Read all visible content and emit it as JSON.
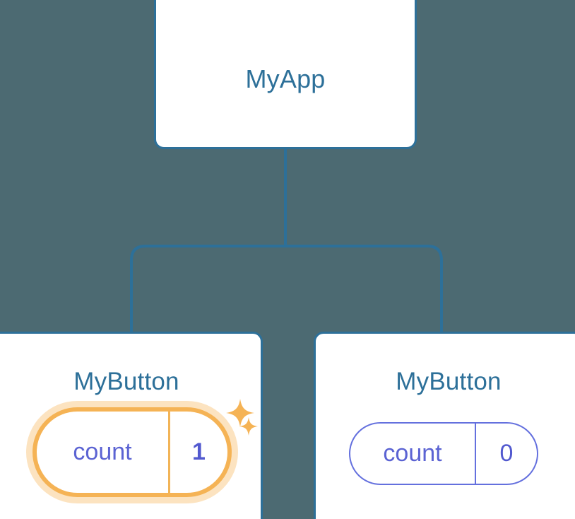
{
  "diagram": {
    "type": "component-tree",
    "background_color": "#4c6a72",
    "accent_color": "#2d7099",
    "state_color": "#5b63d3",
    "highlight_color": "#f5b355",
    "highlight_glow_color": "#f8c073"
  },
  "root": {
    "title": "MyApp"
  },
  "children": [
    {
      "title": "MyButton",
      "state": {
        "key": "count",
        "value": "1"
      },
      "updated": true,
      "sparkle_icons": [
        "sparkle-large-icon",
        "sparkle-small-icon"
      ]
    },
    {
      "title": "MyButton",
      "state": {
        "key": "count",
        "value": "0"
      },
      "updated": false
    }
  ]
}
